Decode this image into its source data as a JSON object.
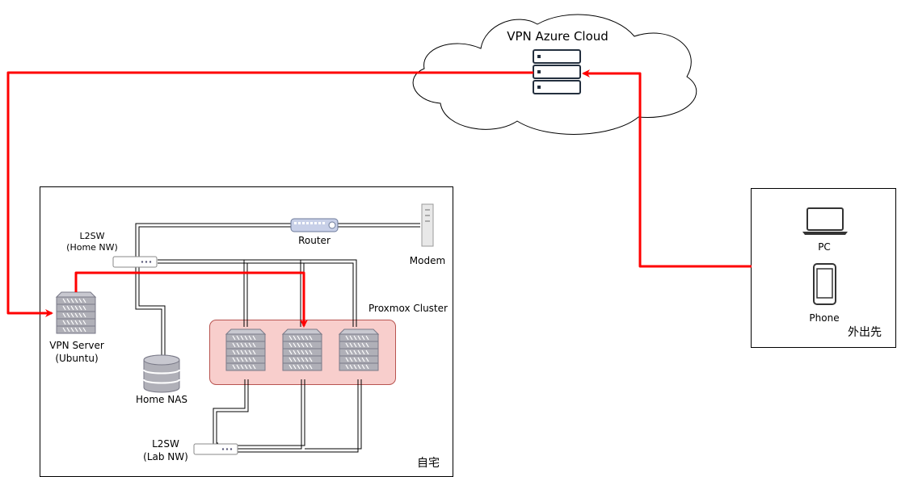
{
  "cloud": {
    "label": "VPN Azure Cloud"
  },
  "home": {
    "area_label": "自宅",
    "router_label": "Router",
    "modem_label": "Modem",
    "l2sw_home": {
      "line1": "L2SW",
      "line2": "(Home NW)"
    },
    "l2sw_lab": {
      "line1": "L2SW",
      "line2": "(Lab NW)"
    },
    "vpn_server": {
      "line1": "VPN Server",
      "line2": "(Ubuntu)"
    },
    "nas_label": "Home NAS",
    "cluster_label": "Proxmox Cluster"
  },
  "remote": {
    "area_label": "外出先",
    "pc_label": "PC",
    "phone_label": "Phone"
  },
  "colors": {
    "vpn_path": "#ff0000",
    "cluster_fill": "#f8cecc",
    "cluster_stroke": "#b85450",
    "server_fill": "#b0b0b8"
  }
}
